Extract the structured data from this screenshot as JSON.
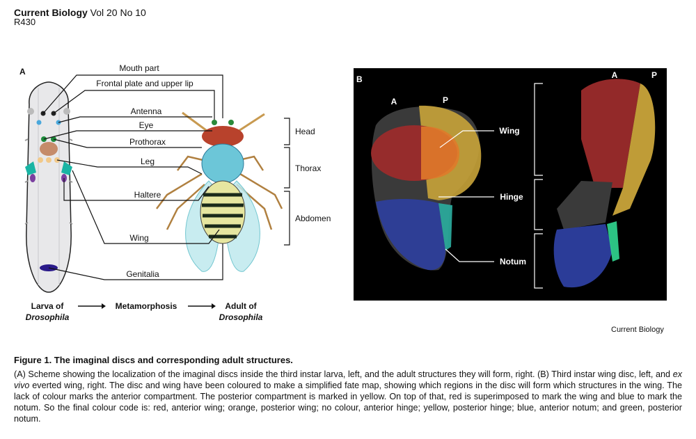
{
  "header": {
    "journal": "Current Biology",
    "volume": "Vol 20 No 10",
    "page": "R430"
  },
  "panel_a": {
    "letter": "A",
    "labels": {
      "mouth": "Mouth part",
      "frontal": "Frontal plate and upper lip",
      "antenna": "Antenna",
      "eye": "Eye",
      "prothorax": "Prothorax",
      "leg": "Leg",
      "haltere": "Haltere",
      "wing": "Wing",
      "genitalia": "Genitalia"
    },
    "segments": {
      "head": "Head",
      "thorax": "Thorax",
      "abdomen": "Abdomen"
    },
    "bottom": {
      "larva_1": "Larva of",
      "larva_2": "Drosophila",
      "metamorphosis": "Metamorphosis",
      "adult_1": "Adult of",
      "adult_2": "Drosophila"
    }
  },
  "panel_b": {
    "letter": "B",
    "disc_a": "A",
    "disc_p": "P",
    "wing_a": "A",
    "wing_p": "P",
    "wing": "Wing",
    "hinge": "Hinge",
    "notum": "Notum"
  },
  "credit": "Current Biology",
  "caption": {
    "title": "Figure 1. The imaginal discs and corresponding adult structures.",
    "body_1": "(A) Scheme showing the localization of the imaginal discs inside the third instar larva, left, and the adult structures they will form, right. (B) Third instar wing disc, left, and ",
    "body_italic": "ex vivo",
    "body_2": " everted wing, right. The disc and wing have been coloured to make a simplified fate map, showing which regions in the disc will form which structures in the wing. The lack of colour marks the anterior compartment. The posterior compartment is marked in yellow. On top of that, red is superimposed to mark the wing and blue to mark the notum. So the final colour code is: red, anterior wing; orange, posterior wing; no colour, anterior hinge; yellow, posterior hinge; blue, anterior notum; and green, posterior notum."
  }
}
